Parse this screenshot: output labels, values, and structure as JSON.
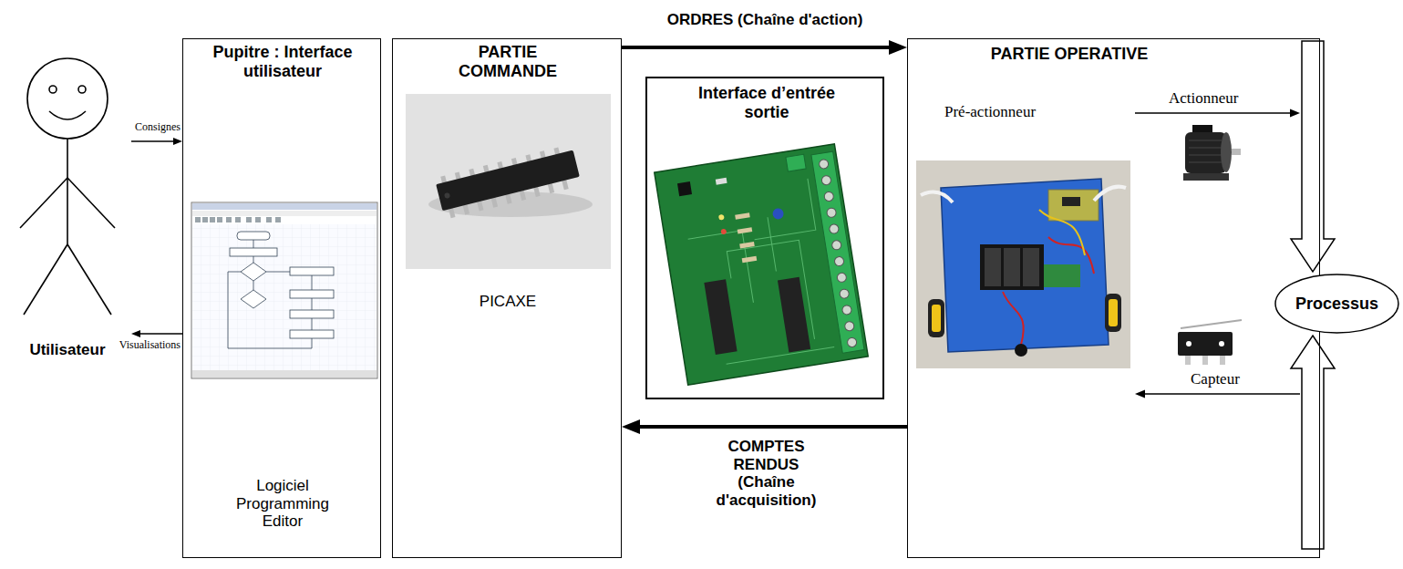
{
  "diagram": {
    "nodes": [
      {
        "text": [
          "Utilisateur"
        ]
      },
      {
        "text": [
          "Pupitre : Interface utilisateur",
          "Logiciel Programming Editor"
        ]
      },
      {
        "text": [
          "PARTIE COMMANDE",
          "PICAXE"
        ]
      },
      {
        "text": [
          "Interface d’entrée sortie"
        ]
      },
      {
        "text": [
          "PARTIE OPERATIVE",
          "Pré-actionneur"
        ]
      },
      {
        "text": [
          "Processus"
        ]
      }
    ],
    "edges": [
      {
        "from": 0,
        "to": 1,
        "arrow": "to",
        "label": "Consignes"
      },
      {
        "from": 1,
        "to": 0,
        "arrow": "to",
        "label": "Visualisations"
      },
      {
        "from": 2,
        "to": 4,
        "arrow": "to",
        "label": "ORDRES (Chaîne d'action)"
      },
      {
        "from": 4,
        "to": 2,
        "arrow": "to",
        "label": "COMPTES RENDUS (Chaîne d'acquisition)"
      }
    ],
    "labels": [
      "Actionneur",
      "Capteur"
    ]
  }
}
